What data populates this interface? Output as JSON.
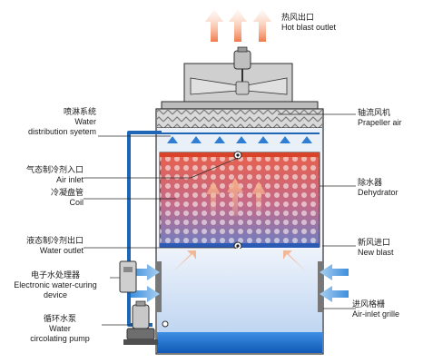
{
  "labels": {
    "hot_blast": {
      "zh": "热风出口",
      "en": "Hot blast outlet"
    },
    "propeller": {
      "zh": "轴流风机",
      "en": "Prapeller air"
    },
    "water_dist": {
      "zh": "喷淋系统",
      "en1": "Water",
      "en2": "distribution syetem"
    },
    "air_inlet": {
      "zh": "气态制冷剂入口",
      "en": "Air inlet"
    },
    "coil": {
      "zh": "冷凝盘管",
      "en": "Coil"
    },
    "dehydrator": {
      "zh": "除水器",
      "en": "Dehydrator"
    },
    "water_outlet": {
      "zh": "液态制冷剂出口",
      "en": "Water outlet"
    },
    "new_blast": {
      "zh": "新风进口",
      "en": "New blast"
    },
    "curing": {
      "zh": "电子水处理器",
      "en1": "Electronic water-curing",
      "en2": "device"
    },
    "grille": {
      "zh": "进风格栅",
      "en": "Air-inlet grille"
    },
    "pump": {
      "zh": "循环水泵",
      "en1": "Water",
      "en2": "circolating pump"
    }
  },
  "colors": {
    "outline": "#2b2b2b",
    "water_blue": "#1f67b6",
    "coil_red": "#d8432a",
    "air_arrow": "#f2a173",
    "inlet_arrow": "#5aa3de",
    "basin": "#1c6fc9"
  },
  "icons": [
    "fan-motor-icon",
    "spray-nozzle-icon",
    "pump-icon",
    "water-treatment-device-icon"
  ]
}
